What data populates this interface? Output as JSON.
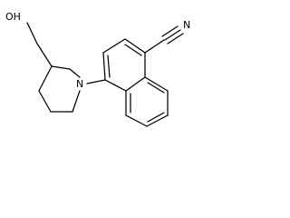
{
  "molecule": {
    "atoms": {
      "hydroxyl": "OH",
      "nitrile_n": "N",
      "piperidine_n": "N"
    }
  },
  "colors": {
    "bond": "#000000",
    "background": "#ffffff"
  }
}
